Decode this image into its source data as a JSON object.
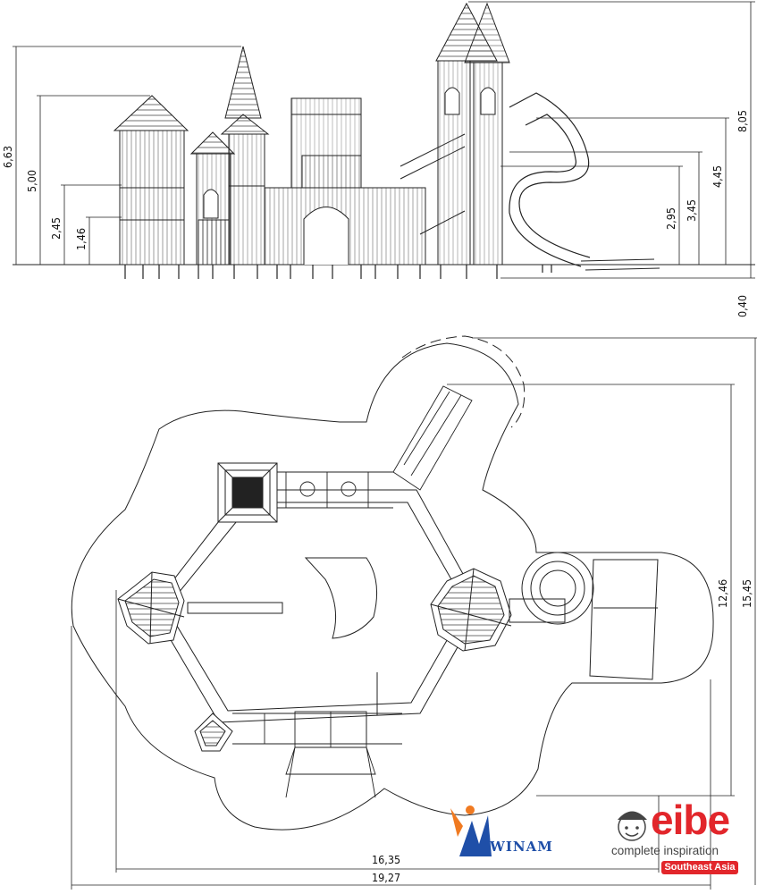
{
  "elevation": {
    "dims_left": [
      "6,63",
      "5,00",
      "2,45",
      "1,46"
    ],
    "dims_right": [
      "8,05",
      "4,45",
      "3,45",
      "2,95"
    ],
    "foundation": "0,40"
  },
  "plan": {
    "dims_right": [
      "12,46",
      "15,45"
    ],
    "dims_bottom": [
      "16,35",
      "19,27"
    ]
  },
  "branding": {
    "winam_name": "WINAM",
    "eibe_name": "eibe",
    "eibe_tagline": "complete inspiration",
    "eibe_region": "Southeast Asia",
    "colors": {
      "eibe_red": "#e2262b",
      "winam_blue": "#1f4fa8",
      "winam_orange": "#f07a21"
    }
  }
}
